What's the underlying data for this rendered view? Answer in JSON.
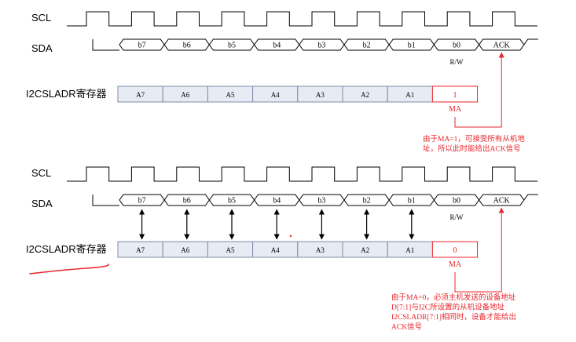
{
  "colors": {
    "line": "#000000",
    "accent": "#e8262b",
    "cell_fill": "#e7ebf3",
    "cell_border": "#7f8ca6"
  },
  "icons": [
    "arrow-up-icon",
    "double-arrow-icon",
    "hand-drawn-underline"
  ],
  "diagrams": [
    {
      "scl_label": "SCL",
      "sda_label": "SDA",
      "bits": [
        "b7",
        "b6",
        "b5",
        "b4",
        "b3",
        "b2",
        "b1",
        "b0"
      ],
      "ack_label": "ACK",
      "rw_label": "R/W",
      "register_label": "I2CSLADR寄存器",
      "register_cells": [
        "A7",
        "A6",
        "A5",
        "A4",
        "A3",
        "A2",
        "A1"
      ],
      "ma_value": "1",
      "ma_label": "MA",
      "note_lines": [
        "由于MA=1，可接受所有从机地",
        "址，所以此时能给出ACK信号"
      ],
      "show_bit_arrows": false
    },
    {
      "scl_label": "SCL",
      "sda_label": "SDA",
      "bits": [
        "b7",
        "b6",
        "b5",
        "b4",
        "b3",
        "b2",
        "b1",
        "b0"
      ],
      "ack_label": "ACK",
      "rw_label": "R/W",
      "register_label": "I2CSLADR寄存器",
      "register_cells": [
        "A7",
        "A6",
        "A5",
        "A4",
        "A3",
        "A2",
        "A1"
      ],
      "ma_value": "0",
      "ma_label": "MA",
      "note_lines": [
        "由于MA=0，必须主机发送的设备地址",
        "D[7:1]与I2C所设置的从机设备地址",
        "I2CSLADR[7:1]相同时，设备才能给出",
        "ACK信号"
      ],
      "show_bit_arrows": true
    }
  ]
}
